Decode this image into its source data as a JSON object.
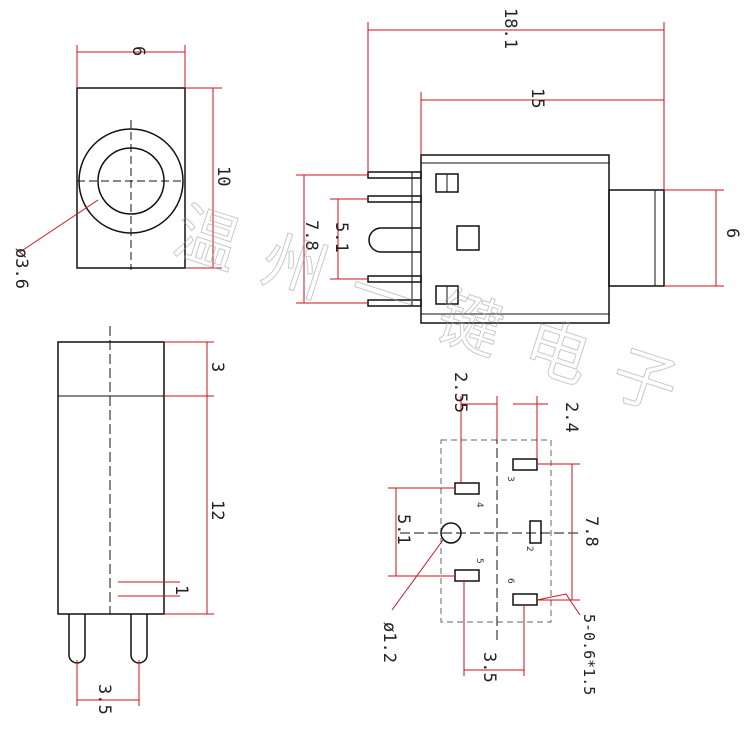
{
  "views": {
    "front": {
      "width_dim": "6",
      "height_dim": "10",
      "hole_dim": "ø3.6"
    },
    "side": {
      "top_dim": "3",
      "body_dim": "12",
      "pin_offset_dim": "1",
      "pin_pitch_dim": "3.5"
    },
    "top": {
      "overall_dim": "18.1",
      "body_dim": "15",
      "height_dim": "6",
      "pin_span_dim": "7.8",
      "pin_pitch_dim": "5.1"
    },
    "footprint": {
      "dim_2_55": "2.55",
      "dim_2_4": "2.4",
      "dim_5_1": "5.1",
      "dim_7_8": "7.8",
      "dim_3_5": "3.5",
      "hole_dim": "ø1.2",
      "slot_dim": "5-0.6*1.5",
      "pin_numbers": [
        "3",
        "4",
        "2",
        "5",
        "6"
      ]
    }
  },
  "watermark": "温州一键电子"
}
